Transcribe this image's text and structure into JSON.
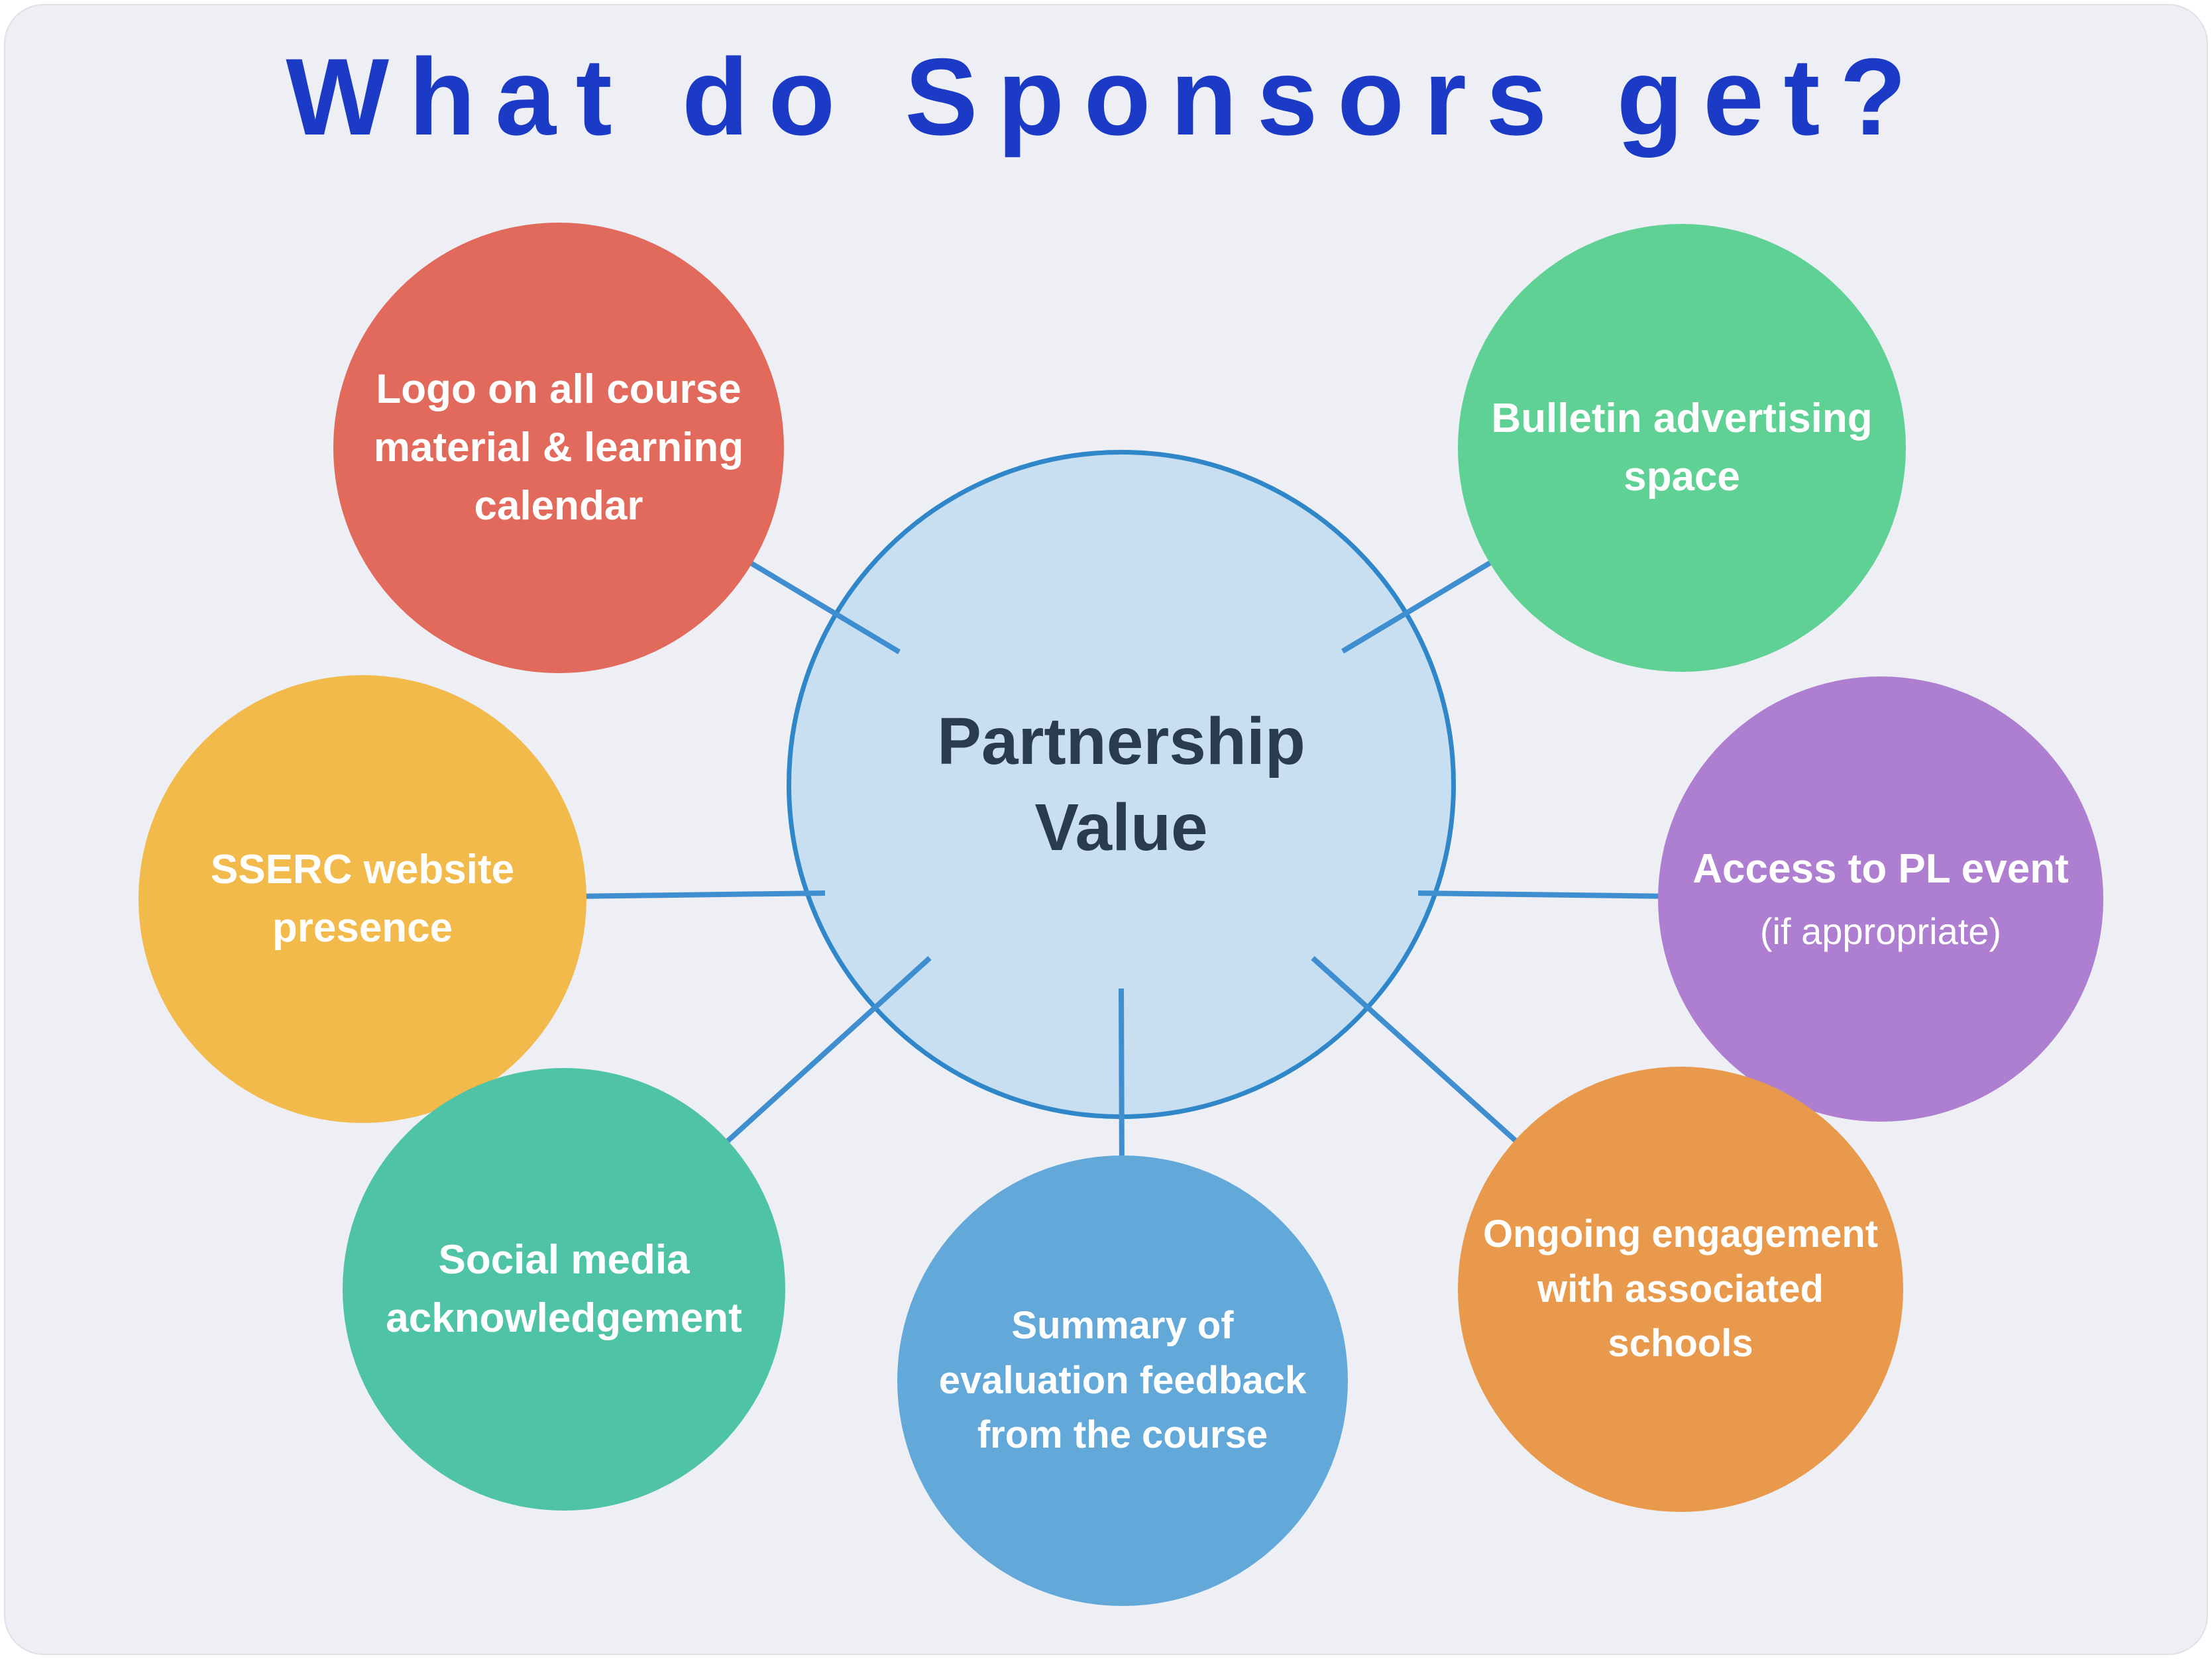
{
  "title": "What do Sponsors get?",
  "hub": {
    "label": "Partnership Value",
    "fill_color": "#c8dff2",
    "border_color": "#2f86c8",
    "text_color": "#2b3b4e"
  },
  "colors": {
    "title": "#1b3ac6",
    "background": "#edeff4",
    "connector": "#3e8ed0"
  },
  "nodes": [
    {
      "label": "Logo on all course material & learning calendar",
      "color": "#e26a5c"
    },
    {
      "label": "Bulletin advertising space",
      "color": "#5fd194"
    },
    {
      "label": "SSERC website presence",
      "color": "#f2b94b"
    },
    {
      "label": "Access to PL event",
      "sublabel": "(if appropriate)",
      "color": "#ae7fd1"
    },
    {
      "label": "Social media acknowledgement",
      "color": "#4fc3a6"
    },
    {
      "label": "Summary of evaluation feedback from the course",
      "color": "#62a9da"
    },
    {
      "label": "Ongoing engagement with associated schools",
      "color": "#e8994c"
    }
  ]
}
